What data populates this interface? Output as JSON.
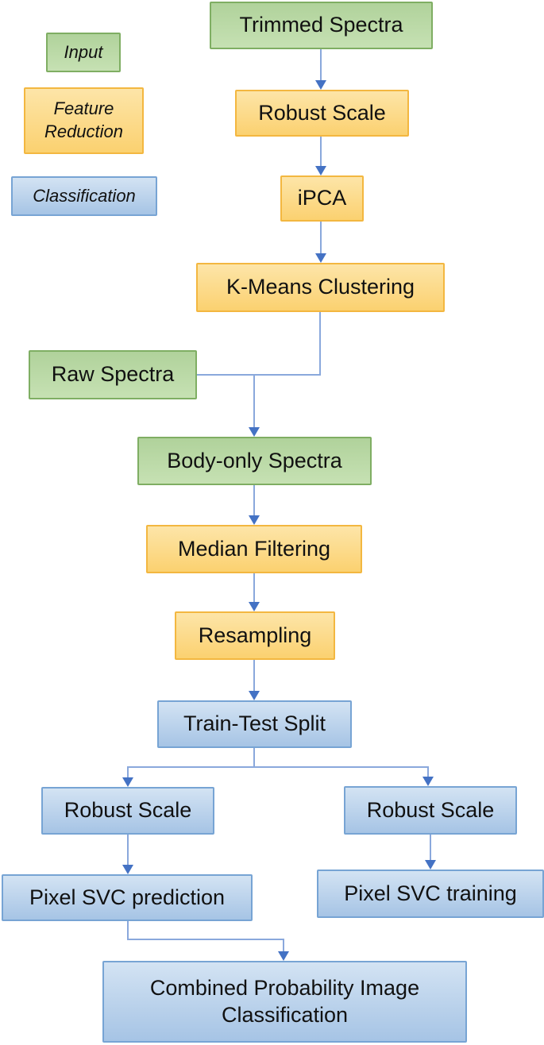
{
  "colors": {
    "green_fill_top": "#b0d29b",
    "green_fill_bottom": "#c6e1b3",
    "green_border": "#7fae63",
    "yellow_fill_top": "#fde5a8",
    "yellow_fill_bottom": "#fbd170",
    "yellow_border": "#f3b740",
    "blue_fill_top": "#d3e3f3",
    "blue_fill_bottom": "#a6c4e5",
    "blue_border": "#77a4d4",
    "line": "#8aa8dc",
    "arrow": "#4472c4",
    "text": "#111111"
  },
  "legend": {
    "input": "Input",
    "feature_reduction": "Feature Reduction",
    "classification": "Classification"
  },
  "nodes": {
    "trimmed_spectra": "Trimmed Spectra",
    "robust_scale_top": "Robust Scale",
    "ipca": "iPCA",
    "kmeans": "K-Means Clustering",
    "raw_spectra": "Raw Spectra",
    "body_only": "Body-only Spectra",
    "median_filtering": "Median Filtering",
    "resampling": "Resampling",
    "train_test_split": "Train-Test Split",
    "robust_scale_left": "Robust Scale",
    "robust_scale_right": "Robust Scale",
    "pixel_svc_prediction": "Pixel SVC prediction",
    "pixel_svc_training": "Pixel SVC training",
    "combined": "Combined Probability Image Classification"
  }
}
